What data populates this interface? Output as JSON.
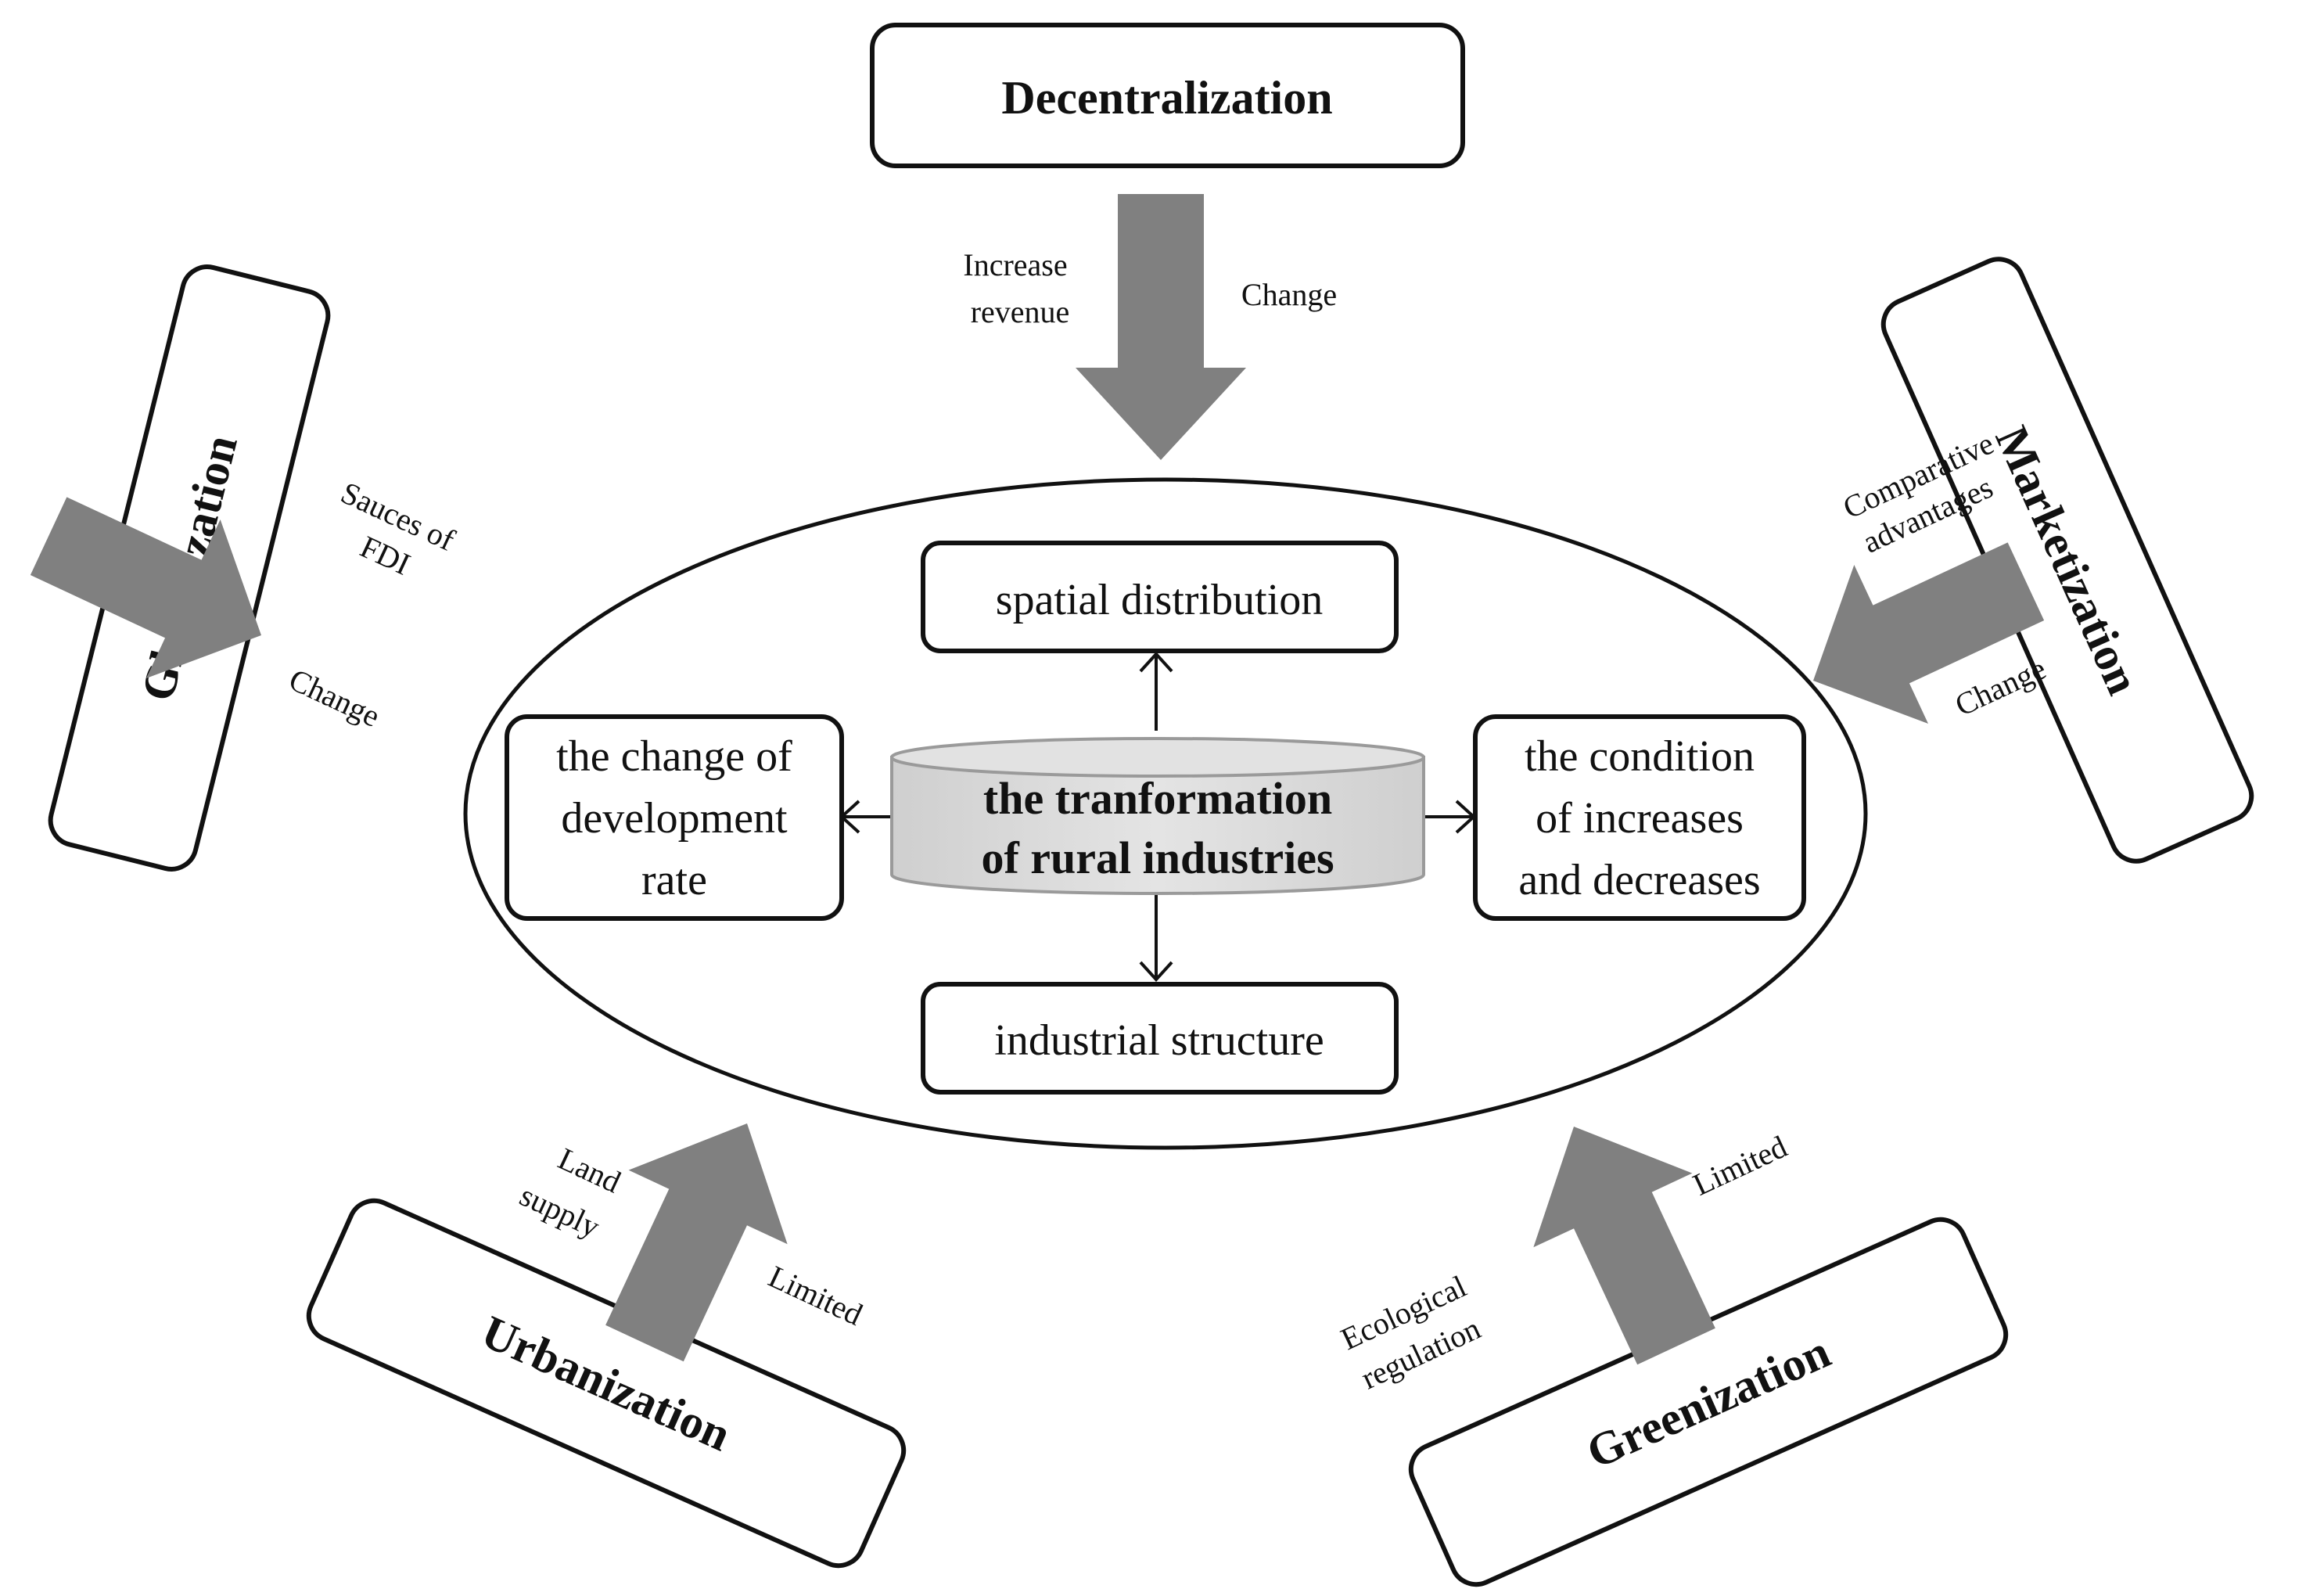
{
  "drivers": {
    "decentralization": {
      "label": "Decentralization",
      "effect_left_line1": "Increase",
      "effect_left_line2": "revenue",
      "effect_right": "Change"
    },
    "globalization": {
      "label": "Globalization",
      "effect_top_line1": "Sauces of",
      "effect_top_line2": "FDI",
      "effect_bottom": "Change"
    },
    "marketization": {
      "label": "Marketization",
      "effect_top_line1": "Comparative",
      "effect_top_line2": "advantages",
      "effect_bottom": "Change"
    },
    "urbanization": {
      "label": "Urbanization",
      "effect_left_line1": "Land",
      "effect_left_line2": "supply",
      "effect_right": "Limited"
    },
    "greenization": {
      "label": "Greenization",
      "effect_left_line1": "Ecological",
      "effect_left_line2": "regulation",
      "effect_right": "Limited"
    }
  },
  "core": {
    "line1": "the tranformation",
    "line2": "of rural industries"
  },
  "outcomes": {
    "spatial": "spatial distribution",
    "industrial": "industrial structure",
    "rate_line1": "the change of",
    "rate_line2": "development",
    "rate_line3": "rate",
    "condition_line1": "the condition",
    "condition_line2": "of increases",
    "condition_line3": "and decreases"
  },
  "colors": {
    "arrow_fill": "#808080",
    "core_fill": "#dcdcdc",
    "stroke": "#111111"
  }
}
